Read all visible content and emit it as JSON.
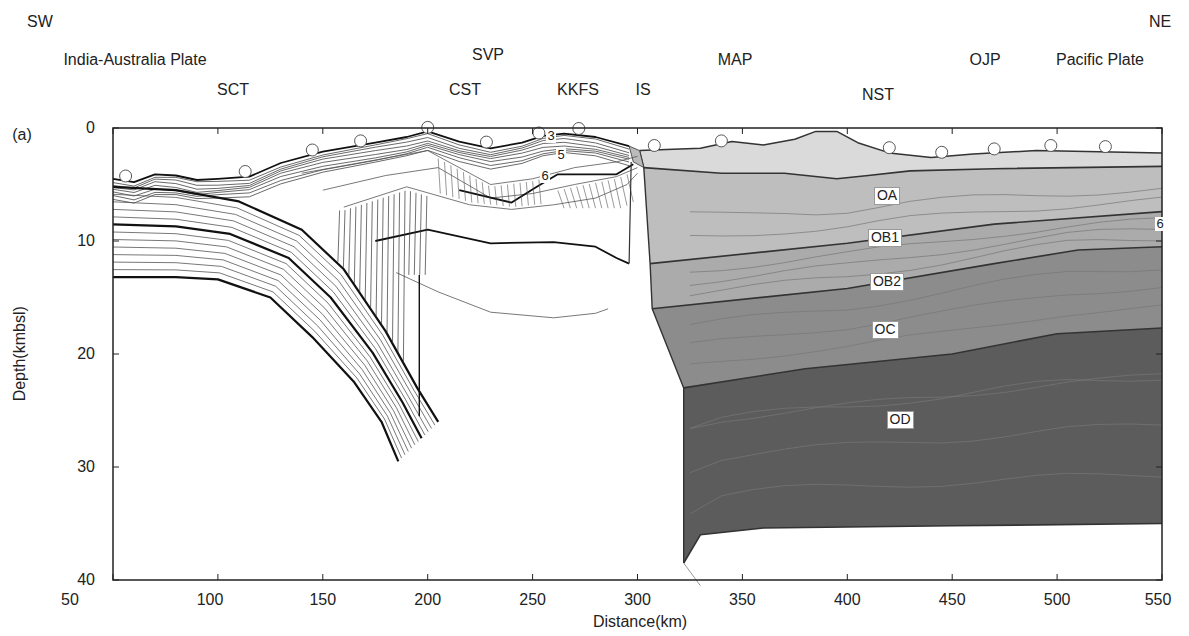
{
  "diagram": {
    "labels": [
      "SW",
      "NE",
      "India-Australia Plate",
      "SVP",
      "MAP",
      "OJP",
      "Pacific Plate",
      "SCT",
      "CST",
      "KKFS",
      "IS",
      "NST",
      "(a)",
      "3",
      "5",
      "6",
      "OA",
      "OB1",
      "OB2",
      "OC",
      "OD",
      "6",
      "Depth(kmbsl)",
      "0",
      "10",
      "20",
      "30",
      "40",
      "50",
      "100",
      "150",
      "200",
      "250",
      "300",
      "350",
      "400",
      "450",
      "500",
      "550",
      "Distance(km)"
    ]
  }
}
